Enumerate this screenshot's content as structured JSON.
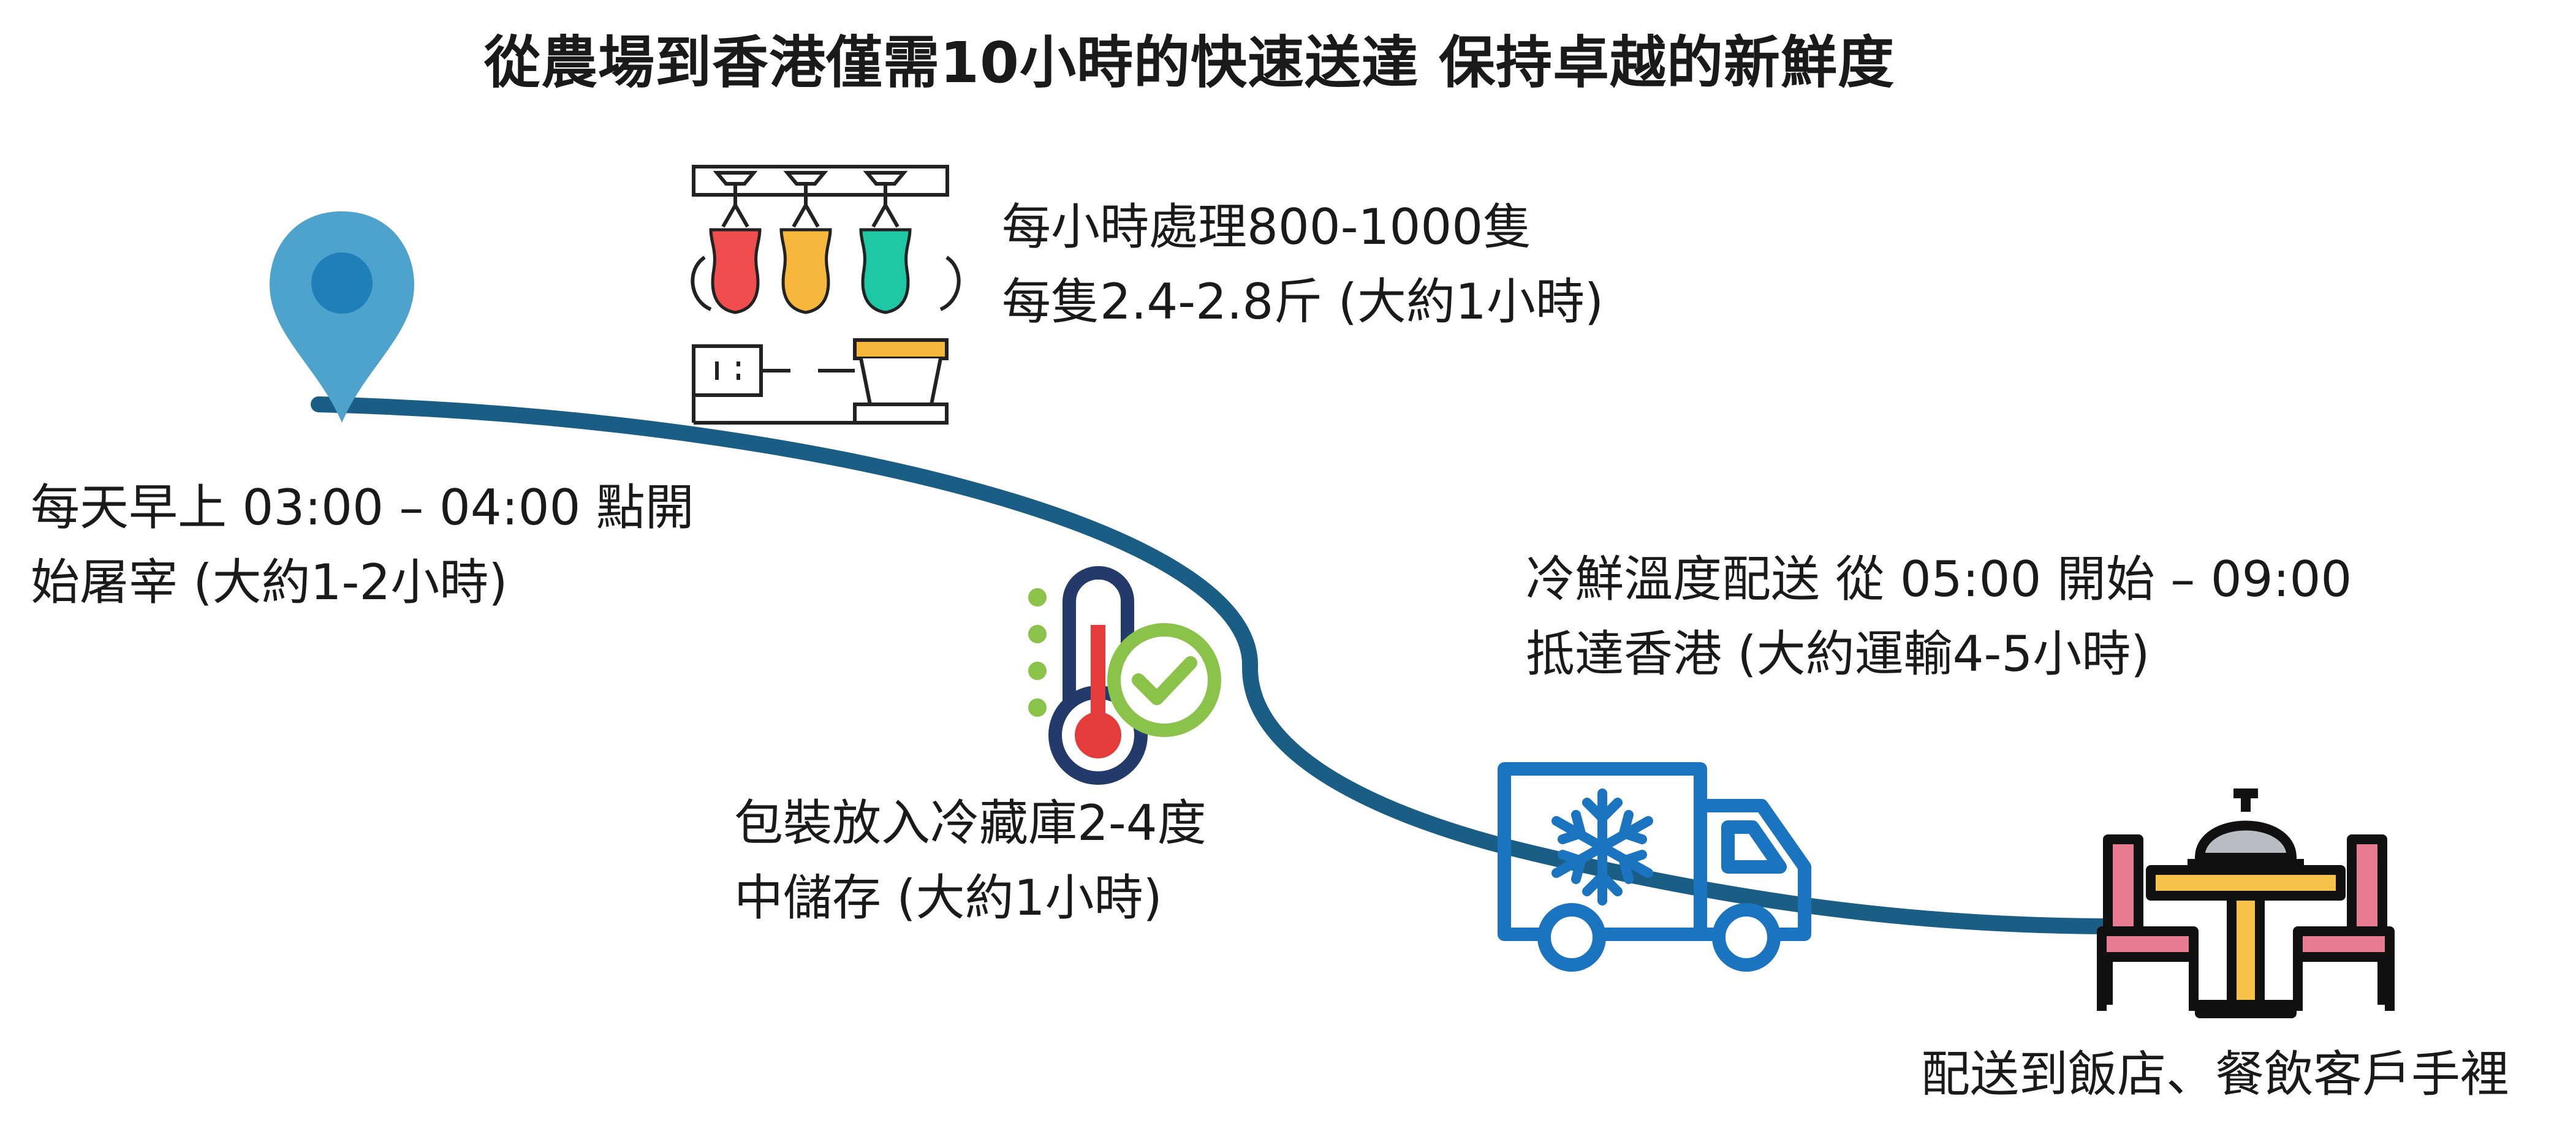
{
  "title": "從農場到香港僅需10小時的快速送達  保持卓越的新鮮度",
  "colors": {
    "route": "#1b5e85",
    "pin_outer": "#4da3cc",
    "pin_inner": "#1f7fb8",
    "truck": "#1b74bf",
    "thermo_outline": "#233a6b",
    "thermo_red": "#e63b3b",
    "check_green": "#8bc34a",
    "chicken_red": "#f04e4e",
    "chicken_yellow": "#f6b73c",
    "chicken_teal": "#1ec8a5",
    "chair_pink": "#e77b8f",
    "table_yellow": "#f6c24a",
    "dome_gray": "#b9bcc0"
  },
  "steps": [
    {
      "id": "slaughter",
      "icon": "map-pin-icon",
      "lines": [
        "每天早上 03:00 – 04:00 點開",
        "始屠宰 (大約1-2小時)"
      ]
    },
    {
      "id": "processing",
      "icon": "poultry-processing-icon",
      "lines": [
        "每小時處理800-1000隻",
        "每隻2.4-2.8斤 (大約1小時)"
      ]
    },
    {
      "id": "cold-storage",
      "icon": "thermometer-check-icon",
      "lines": [
        "包裝放入冷藏庫2-4度",
        "中儲存 (大約1小時)"
      ]
    },
    {
      "id": "delivery",
      "icon": "refrigerated-truck-icon",
      "lines": [
        "冷鮮溫度配送 從 05:00 開始 – 09:00",
        "抵達香港 (大約運輸4-5小時)"
      ]
    },
    {
      "id": "restaurant",
      "icon": "restaurant-table-icon",
      "lines": [
        "配送到飯店、餐飲客戶手裡"
      ]
    }
  ]
}
